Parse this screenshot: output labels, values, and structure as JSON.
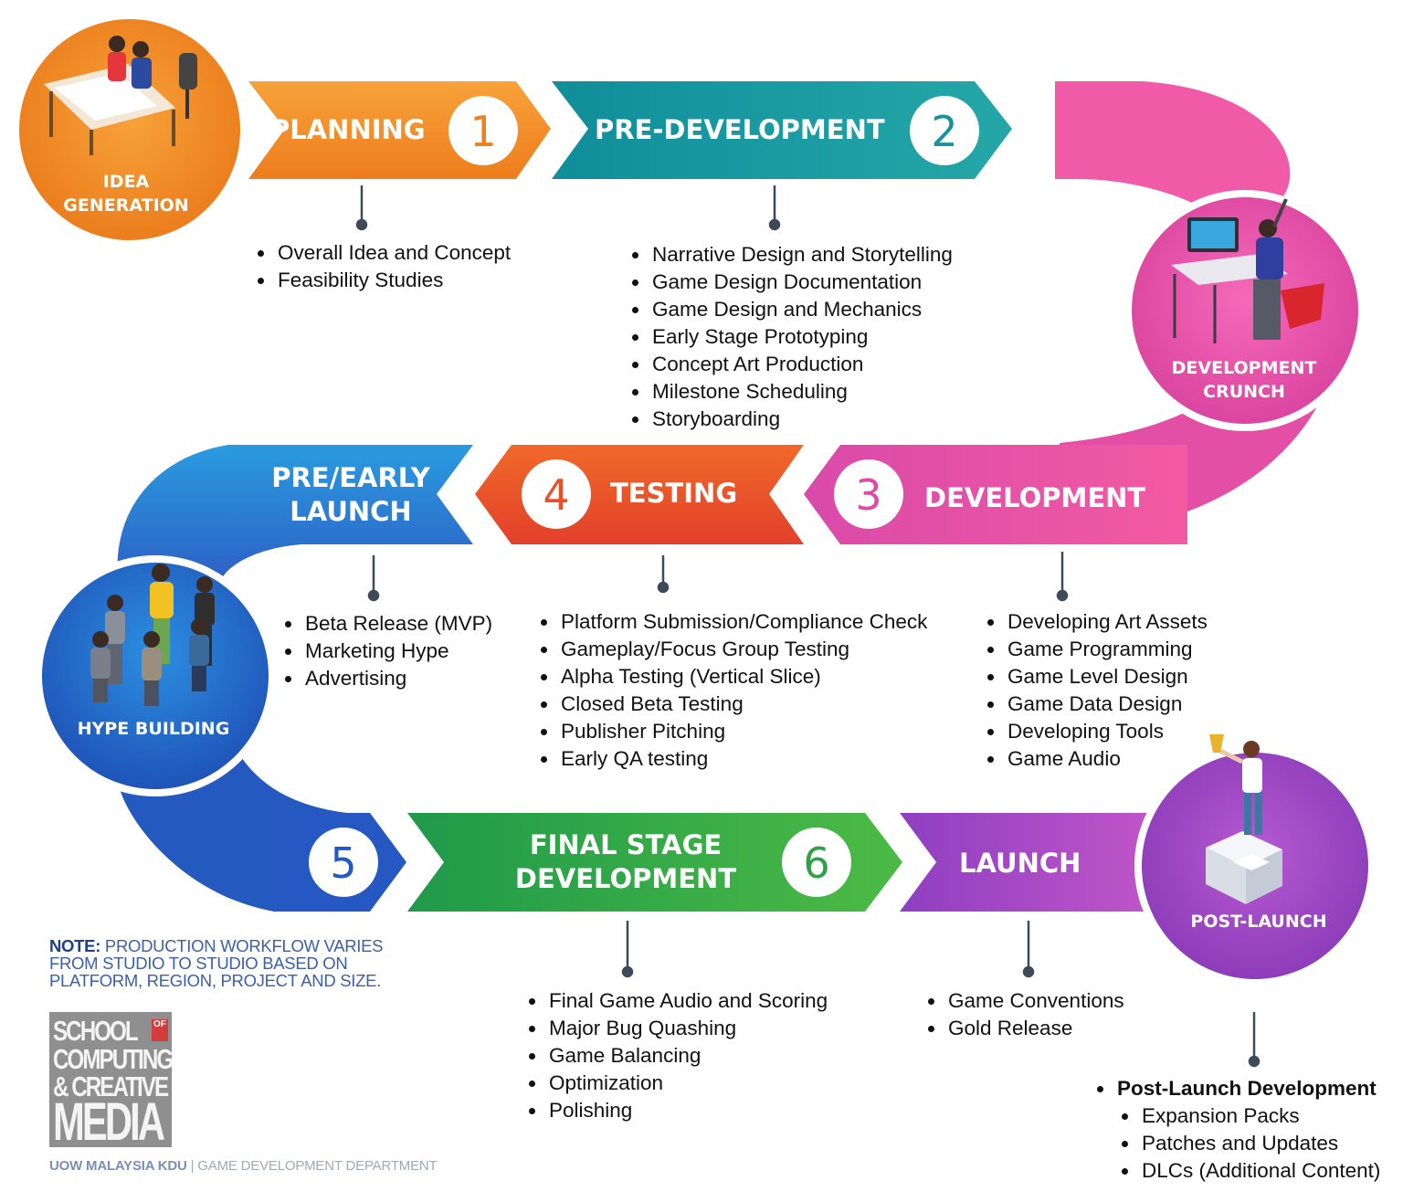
{
  "stages": {
    "idea": "IDEA GENERATION",
    "planning": {
      "title": "PLANNING",
      "number": "1"
    },
    "predev": {
      "title": "PRE-DEVELOPMENT",
      "number": "2"
    },
    "crunch": "DEVELOPMENT CRUNCH",
    "development": {
      "title": "DEVELOPMENT",
      "number": "3"
    },
    "testing": {
      "title": "TESTING",
      "number": "4"
    },
    "prelaunch": {
      "title_line1": "PRE/EARLY",
      "title_line2": "LAUNCH"
    },
    "hype": "HYPE BUILDING",
    "step5": {
      "number": "5"
    },
    "final": {
      "title_line1": "FINAL STAGE",
      "title_line2": "DEVELOPMENT",
      "number": "6"
    },
    "launch": {
      "title": "LAUNCH"
    },
    "postlaunch": "POST-LAUNCH"
  },
  "lists": {
    "planning": [
      "Overall Idea and Concept",
      "Feasibility Studies"
    ],
    "predev": [
      "Narrative Design and Storytelling",
      "Game Design Documentation",
      "Game Design and Mechanics",
      "Early Stage Prototyping",
      "Concept Art Production",
      "Milestone Scheduling",
      "Storyboarding"
    ],
    "prelaunch": [
      "Beta Release (MVP)",
      "Marketing Hype",
      "Advertising"
    ],
    "testing": [
      "Platform Submission/Compliance Check",
      "Gameplay/Focus Group Testing",
      "Alpha Testing (Vertical Slice)",
      "Closed Beta Testing",
      "Publisher Pitching",
      "Early QA testing"
    ],
    "development": [
      "Developing Art Assets",
      "Game Programming",
      "Game Level Design",
      "Game Data Design",
      "Developing Tools",
      "Game Audio"
    ],
    "final": [
      "Final Game Audio and Scoring",
      "Major Bug Quashing",
      "Game Balancing",
      "Optimization",
      "Polishing"
    ],
    "launch": [
      "Game Conventions",
      "Gold Release"
    ],
    "postlaunch": {
      "heading": "Post-Launch Development",
      "items": [
        "Expansion Packs",
        "Patches and Updates",
        "DLCs (Additional Content)"
      ]
    }
  },
  "note": {
    "label": "NOTE:",
    "text": " PRODUCTION WORKFLOW VARIES FROM STUDIO TO STUDIO BASED ON PLATFORM, REGION, PROJECT AND SIZE."
  },
  "logo": {
    "line1": "SCHOOL",
    "of": "OF",
    "line2": "COMPUTING",
    "line3": "& CREATIVE",
    "line4": "MEDIA"
  },
  "footer": {
    "org": "UOW MALAYSIA KDU",
    "dept": " | GAME DEVELOPMENT DEPARTMENT"
  },
  "colors": {
    "orange": "#f08a24",
    "teal": "#1a9aa3",
    "pink": "#e24fa6",
    "red": "#ec5a2a",
    "blue": "#2f7fd0",
    "green": "#2fa84a",
    "purple": "#a545c0",
    "connector": "#3e4a59"
  }
}
